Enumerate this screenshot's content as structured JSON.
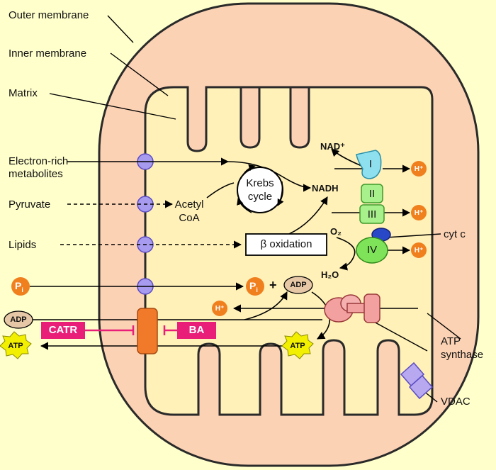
{
  "labels": {
    "outer_membrane": "Outer membrane",
    "inner_membrane": "Inner membrane",
    "matrix": "Matrix",
    "electron_rich_1": "Electron-rich",
    "electron_rich_2": "metabolites",
    "pyruvate": "Pyruvate",
    "lipids": "Lipids",
    "acetyl_1": "Acetyl",
    "acetyl_2": "CoA",
    "krebs_1": "Krebs",
    "krebs_2": "cycle",
    "beta_oxidation": "β oxidation",
    "nadh": "NADH",
    "nad_plus": "NAD⁺",
    "o2": "O₂",
    "h2o": "H₂O",
    "cyt_c": "cyt c",
    "atp_synthase_1": "ATP",
    "atp_synthase_2": "synthase",
    "vdac": "VDAC",
    "plus": "+"
  },
  "complexes": {
    "c1": "I",
    "c2": "II",
    "c3": "III",
    "c4": "IV"
  },
  "badges": {
    "pi": "P",
    "pi_sub": "i",
    "adp": "ADP",
    "atp": "ATP",
    "h_plus": "H⁺"
  },
  "inhibitors": {
    "catr": "CATR",
    "ba": "BA"
  },
  "colors": {
    "background": "#ffffcc",
    "outer_space": "#fcd2b4",
    "matrix": "#fff1b8",
    "transporter": "#a79bf0",
    "complex_I": "#8fe0ef",
    "complex_II_III": "#a8f08c",
    "complex_IV": "#7fe35a",
    "cyt_c": "#2948c8",
    "h_plus": "#f07f1e",
    "ant": "#f07a2a",
    "inhibitor": "#e81e78",
    "atp_star": "#f2f000",
    "adp": "#e6c8a6",
    "atp_synthase": "#f2a0a0",
    "vdac": "#b7a8f0"
  }
}
